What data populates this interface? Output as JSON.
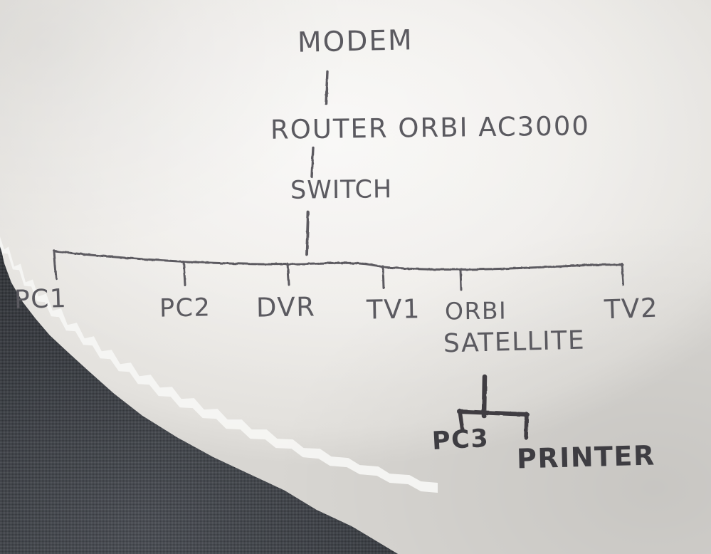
{
  "diagram": {
    "title": "Hand-drawn home network topology",
    "medium": "pencil and pen on torn white paper",
    "ink_color": "#5b5a60",
    "pen_color": "#3e3d42",
    "paper_color": "#efedea",
    "backdrop_color": "#34373d",
    "nodes": {
      "modem": "MODEM",
      "router": "ROUTER ORBI AC3000",
      "switch": "SWITCH",
      "pc1": "PC1",
      "pc2": "PC2",
      "dvr": "DVR",
      "tv1": "TV1",
      "orbi_satellite_line1": "ORBI",
      "orbi_satellite_line2": "SATELLITE",
      "tv2": "TV2",
      "pc3": "PC3",
      "printer": "PRINTER"
    },
    "bus_devices": [
      "PC1",
      "PC2",
      "DVR",
      "TV1",
      "ORBI SATELLITE",
      "TV2"
    ],
    "satellite_devices": [
      "PC3",
      "PRINTER"
    ],
    "chain": [
      "MODEM",
      "ROUTER ORBI AC3000",
      "SWITCH"
    ]
  }
}
